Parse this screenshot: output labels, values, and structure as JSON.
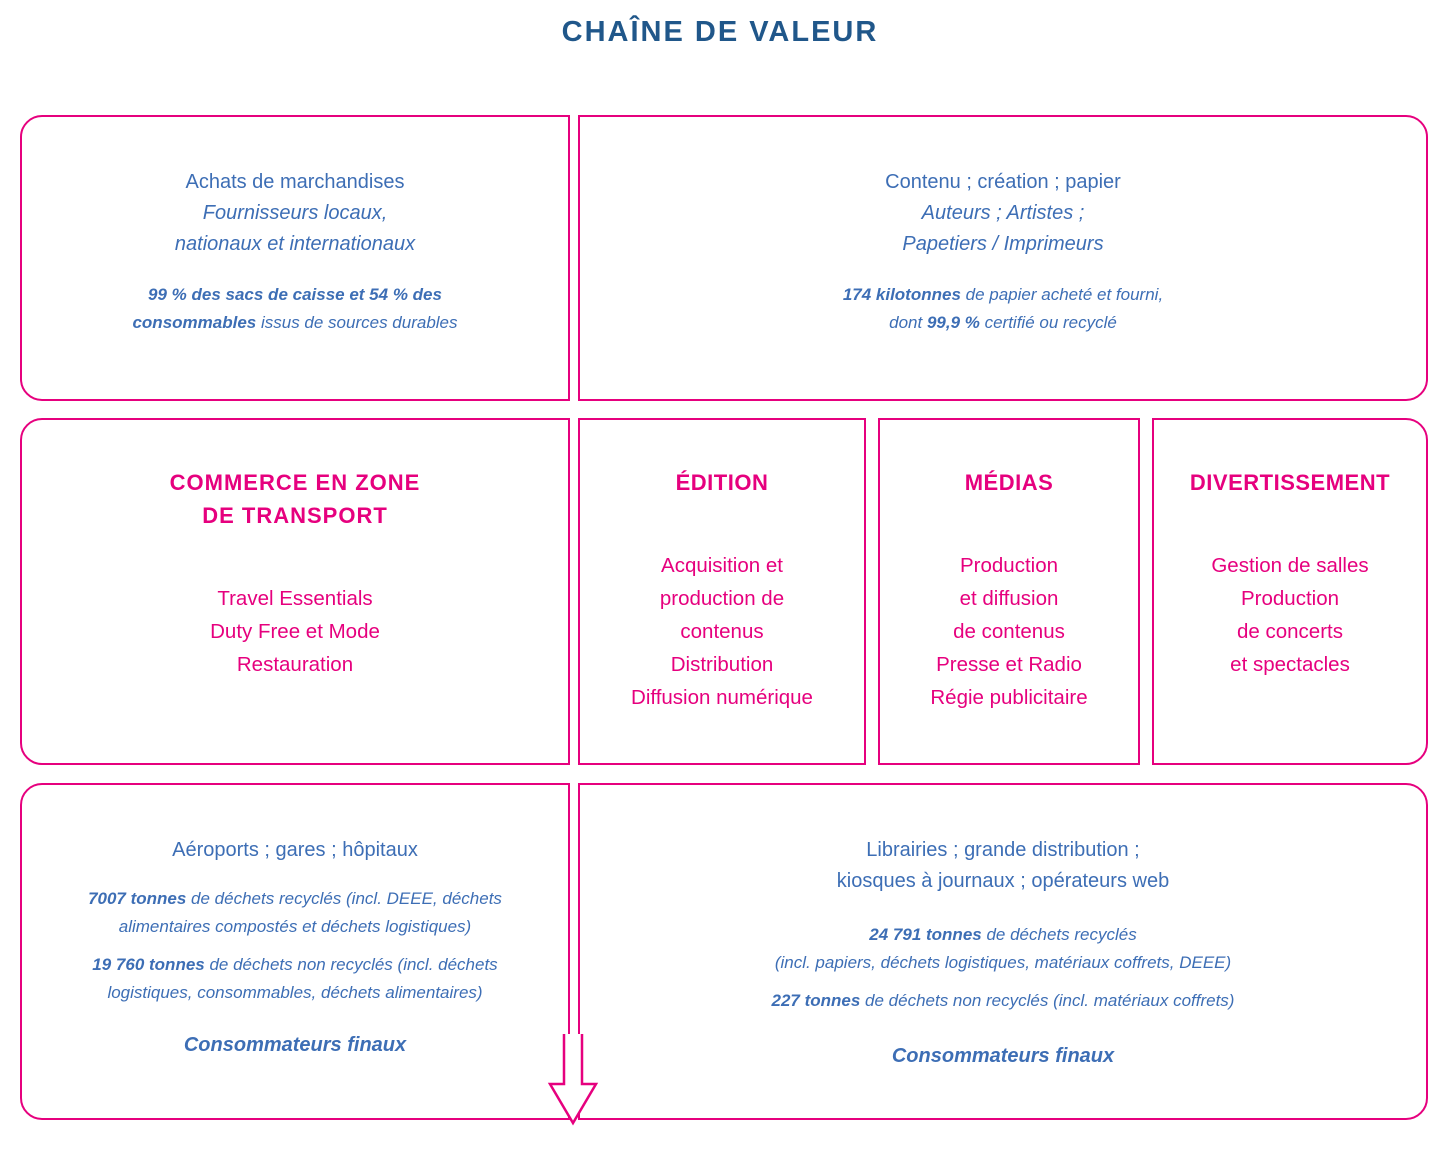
{
  "title": "CHAÎNE DE VALEUR",
  "colors": {
    "pink": "#e6007e",
    "blue": "#3d6eb5",
    "title_blue": "#20578a"
  },
  "upstream_left": {
    "heading": "Achats de marchandises",
    "sub1": "Fournisseurs locaux,",
    "sub2": "nationaux et internationaux",
    "stat_bold": "99 % des sacs de caisse et 54 % des consommables",
    "stat_rest": " issus de sources durables"
  },
  "upstream_right": {
    "heading": "Contenu ; création ; papier",
    "sub1": "Auteurs ; Artistes ;",
    "sub2": "Papetiers / Imprimeurs",
    "stat1_bold": "174 kilotonnes",
    "stat1_rest": " de papier acheté et fourni,",
    "stat2_pre": "dont ",
    "stat2_bold": "99,9 %",
    "stat2_rest": " certifié ou recyclé"
  },
  "divisions": [
    {
      "heading_lines": [
        "COMMERCE EN ZONE",
        "DE TRANSPORT"
      ],
      "items": [
        "Travel Essentials",
        "Duty Free et Mode",
        "Restauration"
      ]
    },
    {
      "heading_lines": [
        "ÉDITION"
      ],
      "items": [
        "Acquisition et",
        "production de",
        "contenus",
        "Distribution",
        "Diffusion numérique"
      ]
    },
    {
      "heading_lines": [
        "MÉDIAS"
      ],
      "items": [
        "Production",
        "et diffusion",
        "de contenus",
        "Presse et Radio",
        "Régie publicitaire"
      ]
    },
    {
      "heading_lines": [
        "DIVERTISSEMENT"
      ],
      "items": [
        "Gestion de salles",
        "Production",
        "de concerts",
        "et spectacles"
      ]
    }
  ],
  "downstream_left": {
    "heading": "Aéroports ; gares ; hôpitaux",
    "stat1_bold": "7007 tonnes",
    "stat1_rest": " de déchets recyclés (incl. DEEE, déchets alimentaires compostés et déchets logistiques)",
    "stat2_bold": "19 760 tonnes",
    "stat2_rest": " de déchets non recyclés (incl. déchets logistiques, consommables, déchets alimentaires)",
    "consumers": "Consommateurs finaux"
  },
  "downstream_right": {
    "heading1": "Librairies ; grande distribution ;",
    "heading2": "kiosques à journaux ; opérateurs web",
    "stat1_bold": "24 791 tonnes",
    "stat1_rest": " de déchets recyclés",
    "stat1_note": "(incl. papiers, déchets logistiques, matériaux coffrets, DEEE)",
    "stat2_bold": "227 tonnes",
    "stat2_rest": " de déchets non recyclés (incl. matériaux coffrets)",
    "consumers": "Consommateurs finaux"
  }
}
